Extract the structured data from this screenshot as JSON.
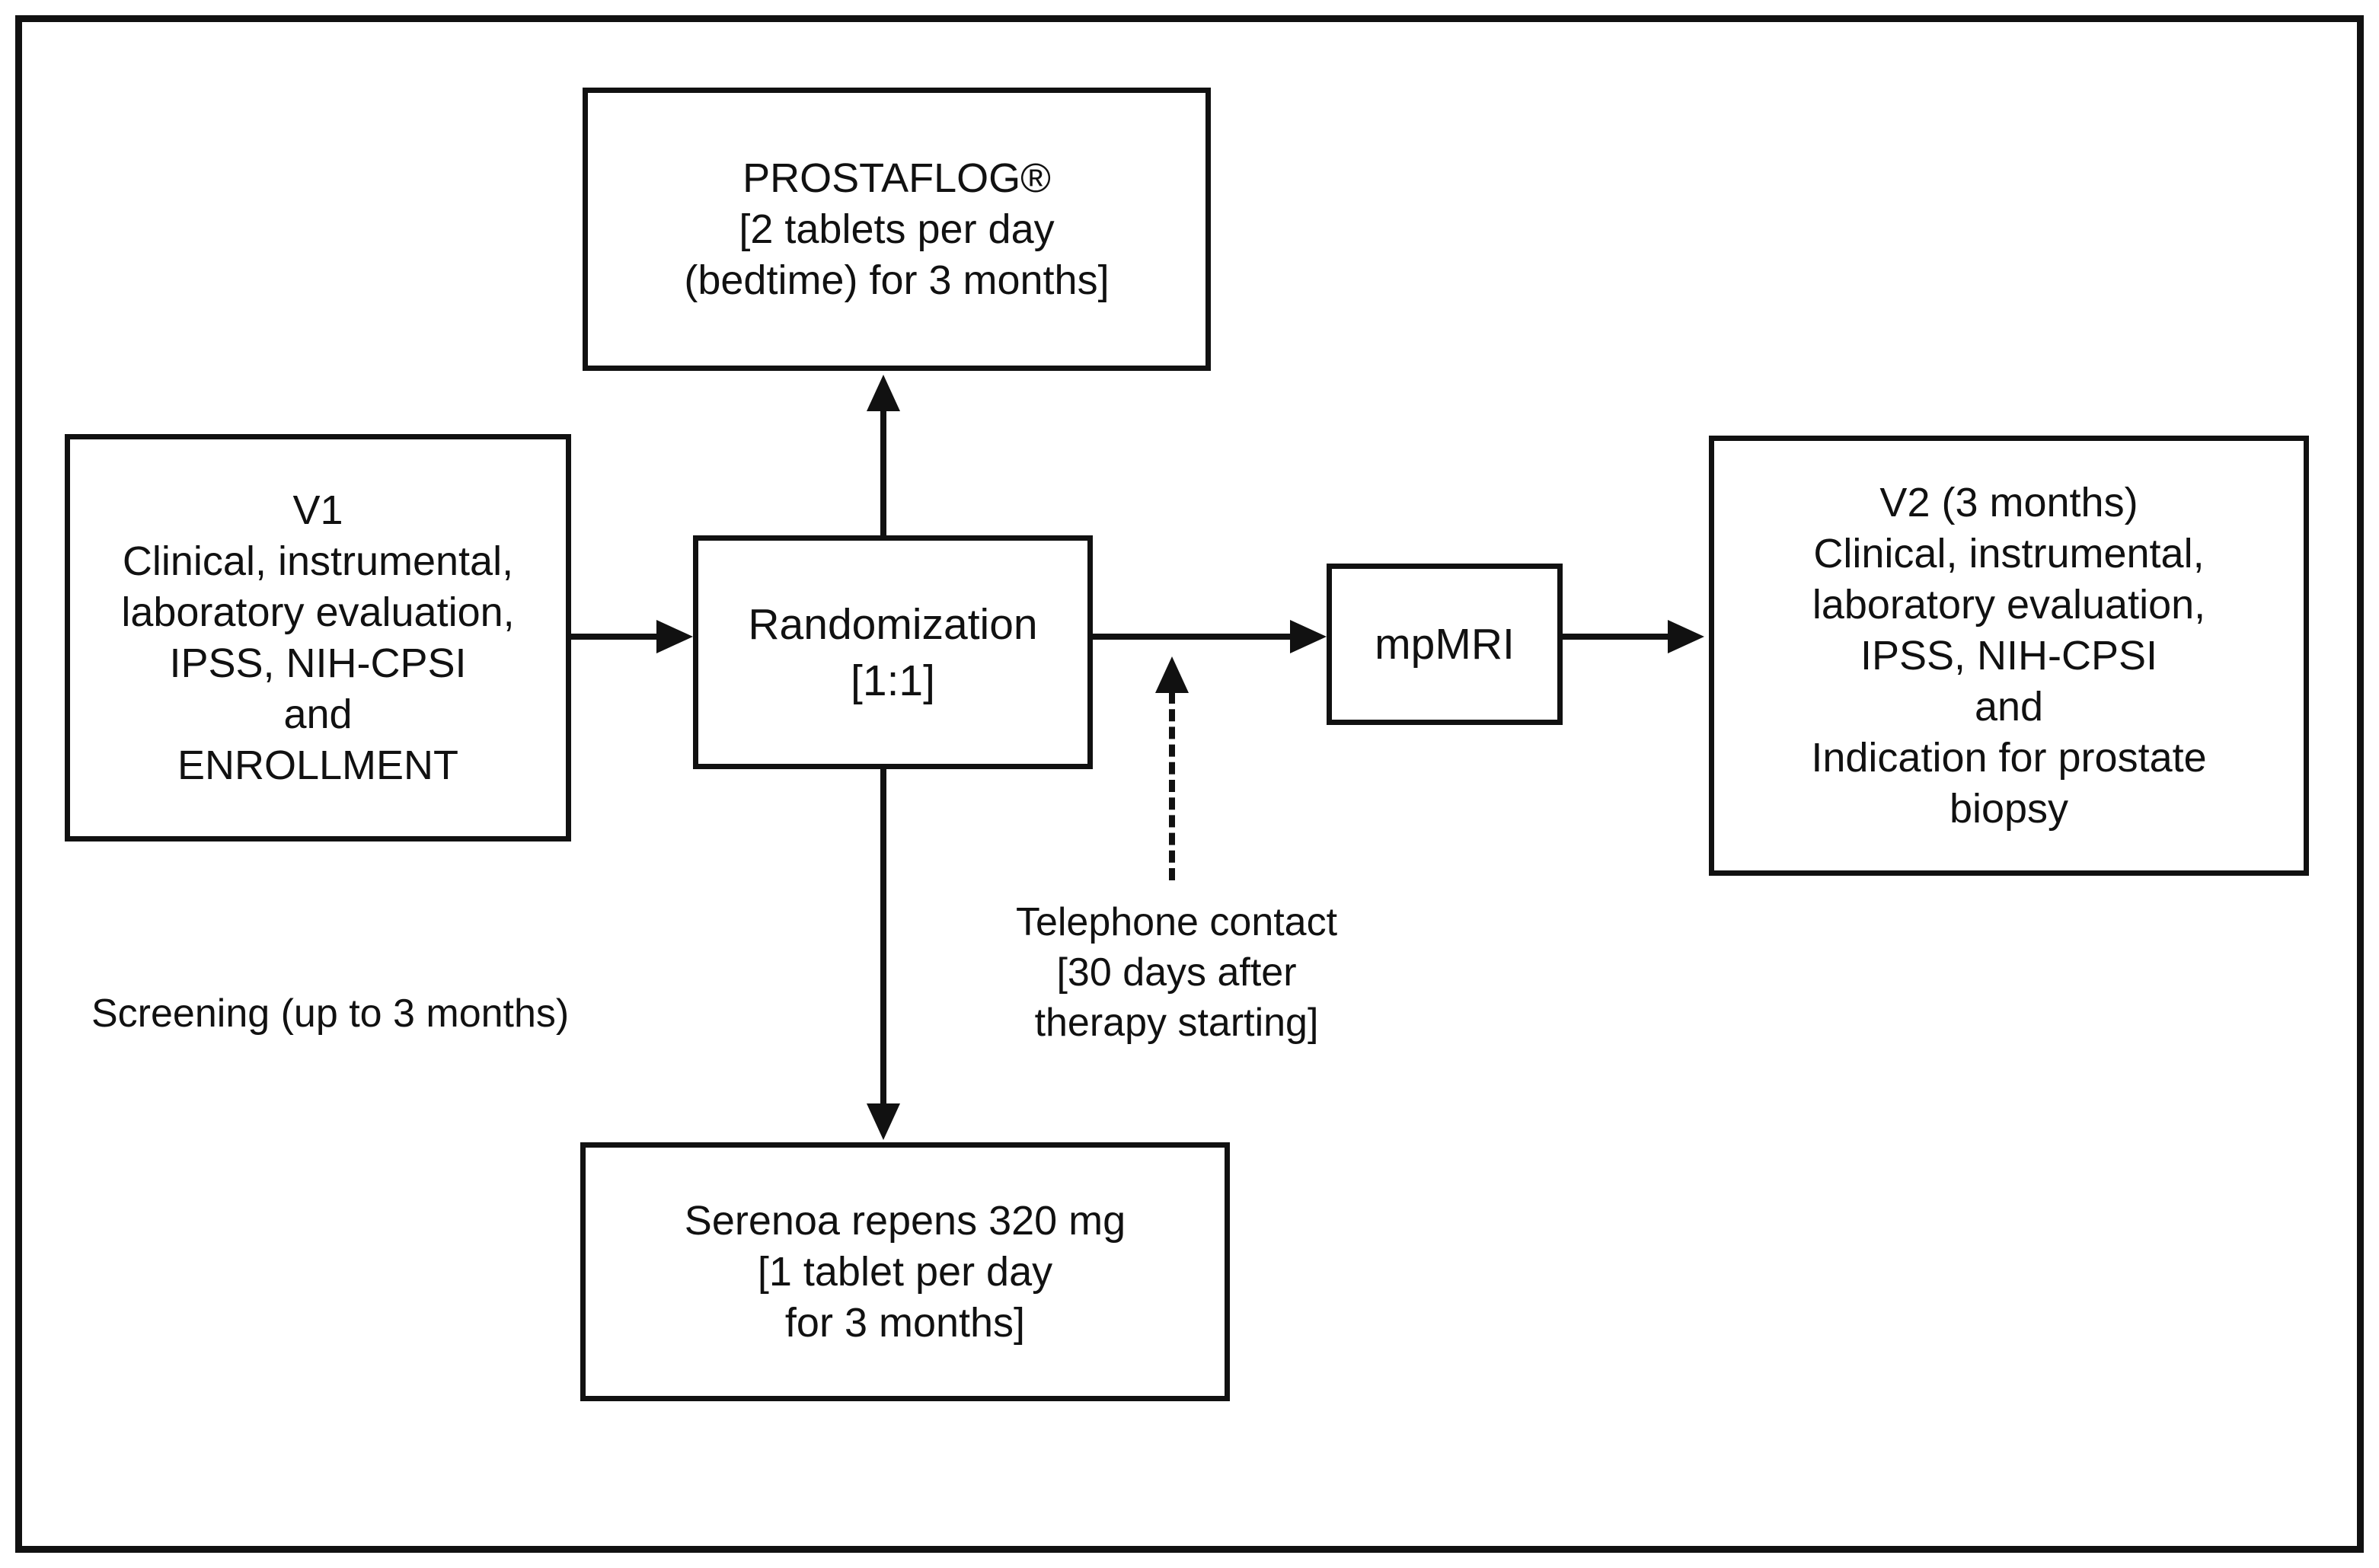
{
  "figure": {
    "type": "flowchart",
    "background_color": "#ffffff",
    "line_color": "#111111",
    "text_color": "#111111"
  },
  "boxes": {
    "prostaflog": {
      "lines": [
        "PROSTAFLOG®",
        "[2 tablets per day",
        "(bedtime) for 3 months]"
      ]
    },
    "v1": {
      "lines": [
        "V1",
        "Clinical, instrumental,",
        "laboratory evaluation,",
        "IPSS, NIH-CPSI",
        "and",
        "ENROLLMENT"
      ]
    },
    "randomization": {
      "lines": [
        "Randomization",
        "[1:1]"
      ]
    },
    "mpmri": {
      "lines": [
        "mpMRI"
      ]
    },
    "v2": {
      "lines": [
        "V2 (3 months)",
        "Clinical, instrumental,",
        "laboratory evaluation,",
        "IPSS, NIH-CPSI",
        "and",
        "Indication for prostate",
        "biopsy"
      ]
    },
    "serenoa": {
      "lines": [
        "Serenoa repens 320 mg",
        "[1 tablet per day",
        "for 3 months]"
      ]
    }
  },
  "labels": {
    "screening": "Screening (up to 3 months)",
    "telephone": {
      "lines": [
        "Telephone contact",
        "[30 days after",
        "therapy starting]"
      ]
    }
  }
}
